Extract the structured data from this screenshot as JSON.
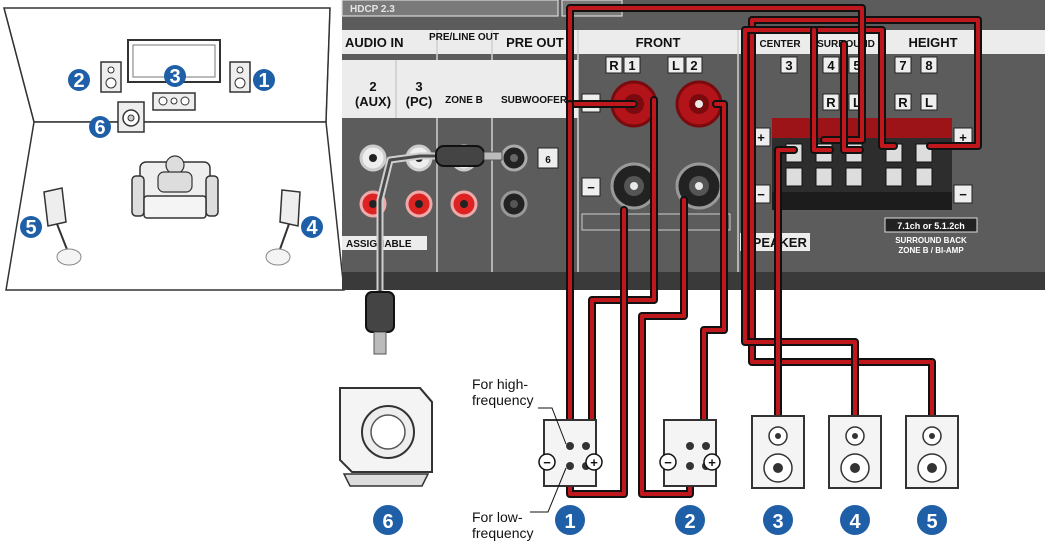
{
  "panel": {
    "top_strip": "HDCP 2.3",
    "audio_in": "AUDIO IN",
    "pre_line_out": "PRE/LINE OUT",
    "pre_out": "PRE OUT",
    "front": "FRONT",
    "center": "CENTER",
    "surround": "SURROUND",
    "height": "HEIGHT",
    "in_2": "2",
    "in_2_sub": "(AUX)",
    "in_3": "3",
    "in_3_sub": "(PC)",
    "zone_b": "ZONE B",
    "subwoofer": "SUBWOOFER",
    "sub_num": "6",
    "assignable": "ASSIGNABLE",
    "speaker": "SPEAKER",
    "front_r_letter": "R",
    "front_r_num": "1",
    "front_l_letter": "L",
    "front_l_num": "2",
    "center_num": "3",
    "surround_num_4": "4",
    "surround_num_5": "5",
    "height_num_7": "7",
    "height_num_8": "8",
    "r": "R",
    "l": "L",
    "plus": "+",
    "minus": "−",
    "mode_text": "7.1ch or 5.1.2ch",
    "sb_text_1": "SURROUND BACK",
    "sb_text_2": "ZONE B / BI-AMP"
  },
  "captions": {
    "high_1": "For high-",
    "high_2": "frequency",
    "low_1": "For low-",
    "low_2": "frequency"
  },
  "badges": {
    "room_1": "1",
    "room_2": "2",
    "room_3": "3",
    "room_4": "4",
    "room_5": "5",
    "room_6": "6",
    "bottom_1": "1",
    "bottom_2": "2",
    "bottom_3": "3",
    "bottom_4": "4",
    "bottom_5": "5",
    "bottom_6": "6"
  },
  "colors": {
    "badge": "#1f5fa8",
    "panel": "#5a5a5a",
    "cable_red": "#c0171d",
    "cable_black": "#111111",
    "terminal_red": "#b3141a"
  }
}
